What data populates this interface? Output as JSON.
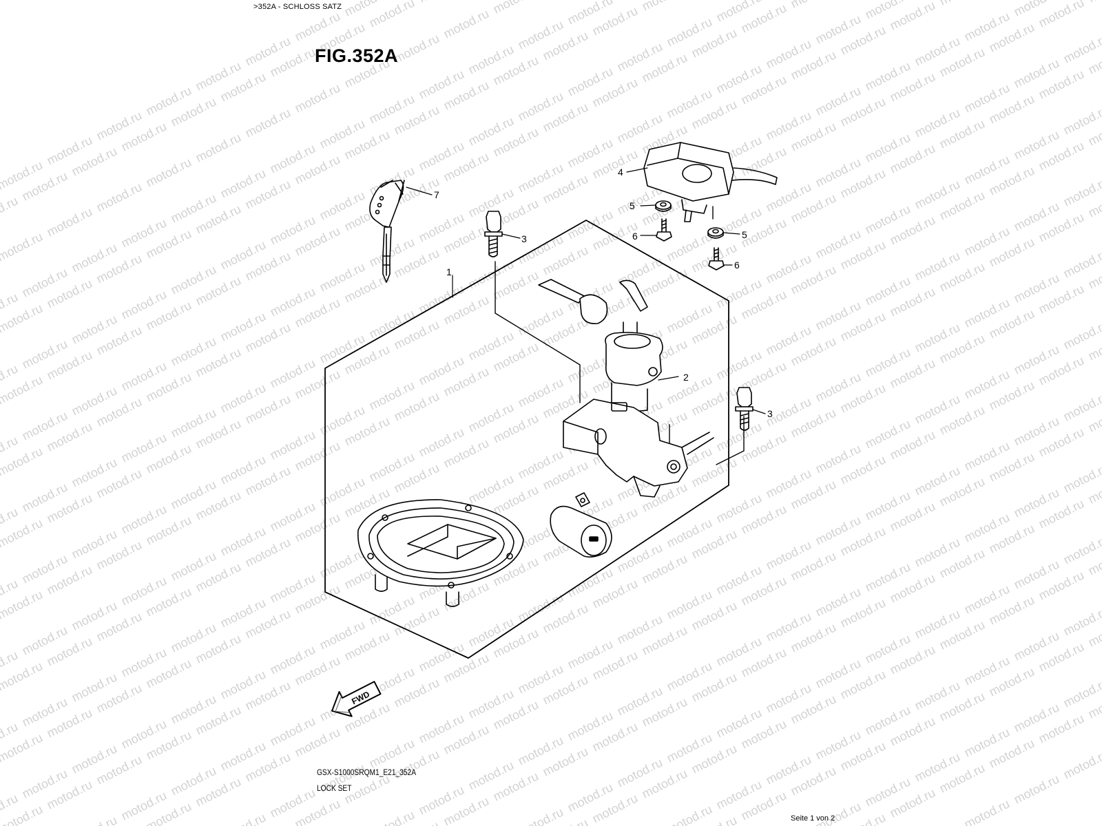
{
  "header": {
    "breadcrumb": ">352A - SCHLOSS SATZ",
    "figure_title": "FIG.352A"
  },
  "footer": {
    "model_code": "GSX-S1000SRQM1_E21_352A",
    "set_name": "LOCK SET",
    "page_number": "Seite 1 von 2"
  },
  "watermark": {
    "text": "motod.ru",
    "color": "#d2d2d2"
  },
  "diagram": {
    "fwd_label": "FWD",
    "callouts": [
      {
        "id": "c1",
        "number": "1",
        "part": "lock set"
      },
      {
        "id": "c2",
        "number": "2",
        "part": "ignition switch assembly"
      },
      {
        "id": "c3a",
        "number": "3",
        "part": "ignition switch bolt"
      },
      {
        "id": "c3b",
        "number": "3",
        "part": "ignition switch bolt"
      },
      {
        "id": "c4",
        "number": "4",
        "part": "transponder antenna"
      },
      {
        "id": "c5a",
        "number": "5",
        "part": "washer"
      },
      {
        "id": "c5b",
        "number": "5",
        "part": "washer"
      },
      {
        "id": "c6a",
        "number": "6",
        "part": "screw"
      },
      {
        "id": "c6b",
        "number": "6",
        "part": "screw"
      },
      {
        "id": "c7",
        "number": "7",
        "part": "key"
      }
    ]
  },
  "colors": {
    "line": "#000000",
    "background": "#ffffff",
    "watermark": "#d2d2d2"
  }
}
